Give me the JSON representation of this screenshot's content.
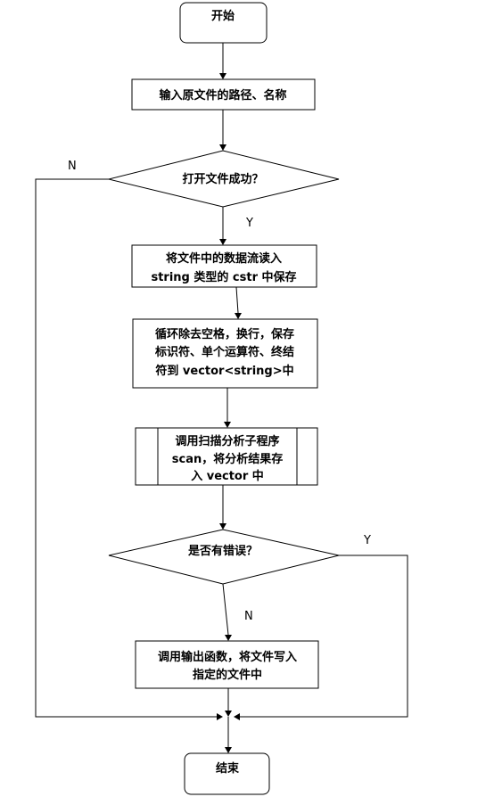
{
  "nodes": {
    "start": {
      "label": "开始"
    },
    "input": {
      "label": "输入原文件的路径、名称"
    },
    "open_check": {
      "label": "打开文件成功？"
    },
    "read_stream": {
      "lines": [
        "将文件中的数据流读入",
        "string 类型的 cstr 中保存"
      ]
    },
    "loop_process": {
      "lines": [
        "循环除去空格，换行，保存",
        "标识符、单个运算符、终结",
        "符到 vector<string>中"
      ]
    },
    "scan_call": {
      "lines": [
        "调用扫描分析子程序",
        "scan，将分析结果存",
        "入 vector 中"
      ]
    },
    "error_check": {
      "label": "是否有错误？"
    },
    "output_call": {
      "lines": [
        "调用输出函数，将文件写入",
        "指定的文件中"
      ]
    },
    "end": {
      "label": "结束"
    }
  },
  "edge_labels": {
    "open_no": "N",
    "open_yes": "Y",
    "error_yes": "Y",
    "error_no": "N"
  }
}
